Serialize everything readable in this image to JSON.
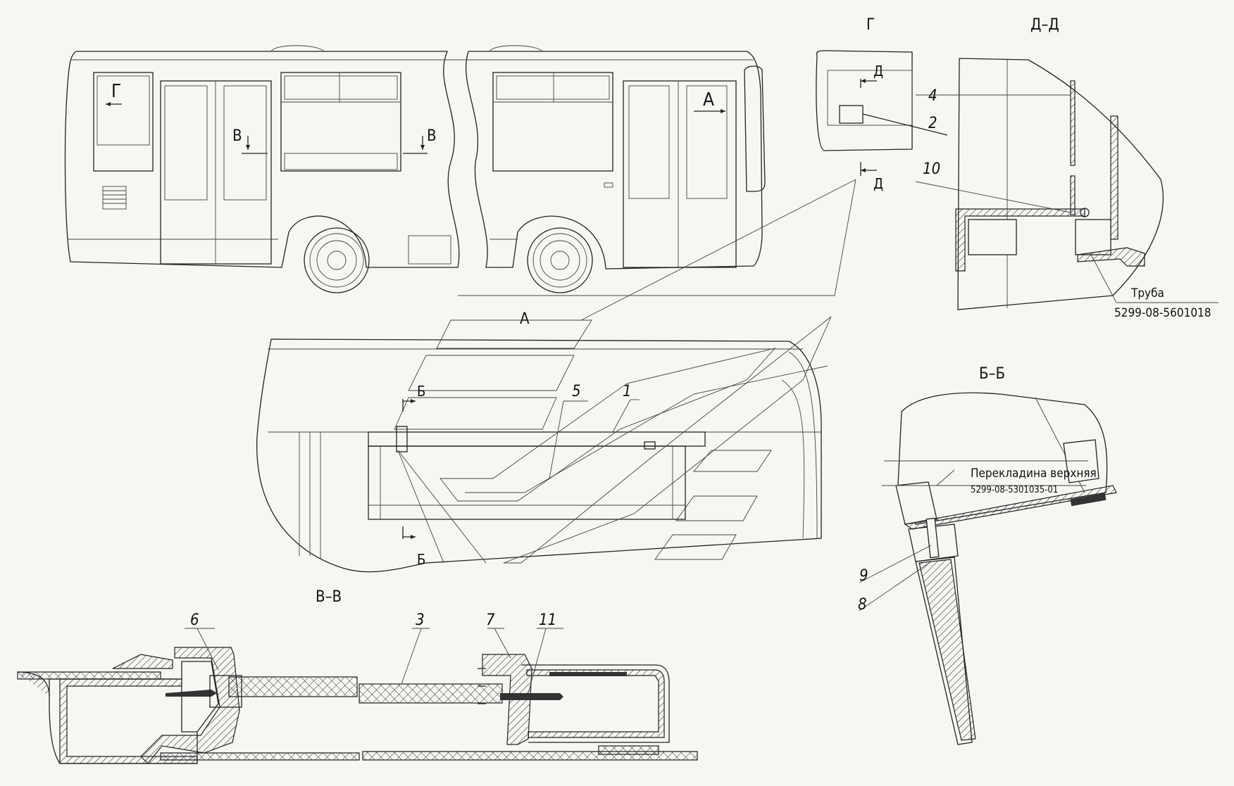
{
  "views": {
    "A": "А",
    "G": "Г",
    "DD": "Д–Д",
    "BB": "Б–Б",
    "VV": "В–В"
  },
  "markers": {
    "G": "Г",
    "A": "А",
    "V": "В",
    "B": "Б",
    "D": "Д"
  },
  "callouts": [
    "1",
    "2",
    "3",
    "4",
    "5",
    "6",
    "7",
    "8",
    "9",
    "10",
    "11"
  ],
  "notes": {
    "tube_name": "Труба",
    "tube_code": "5299-08-5601018",
    "beam_name": "Перекладина верхняя",
    "beam_code": "5299-08-5301035-01"
  }
}
